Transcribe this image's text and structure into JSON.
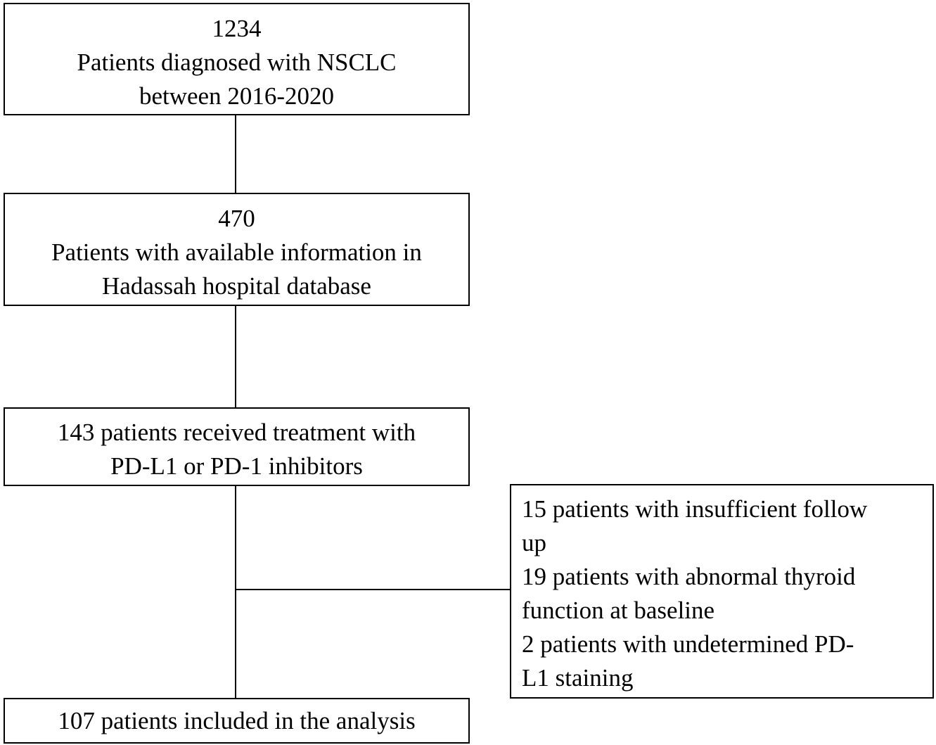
{
  "flowchart": {
    "steps": [
      {
        "lines": [
          "1234",
          "Patients diagnosed with NSCLC",
          "between 2016-2020"
        ]
      },
      {
        "lines": [
          "470",
          "Patients with available information in",
          "Hadassah hospital database"
        ]
      },
      {
        "lines": [
          "143 patients received treatment with",
          "PD-L1 or PD-1 inhibitors"
        ]
      },
      {
        "lines": [
          "107 patients included in the analysis"
        ]
      }
    ],
    "exclusion": {
      "lines": [
        "15 patients with insufficient follow",
        "up",
        "19 patients with abnormal thyroid",
        "function at baseline",
        "2 patients with undetermined PD-",
        "L1 staining"
      ]
    }
  },
  "colors": {
    "line": "#000000",
    "box_border": "#000000",
    "background": "#ffffff"
  }
}
